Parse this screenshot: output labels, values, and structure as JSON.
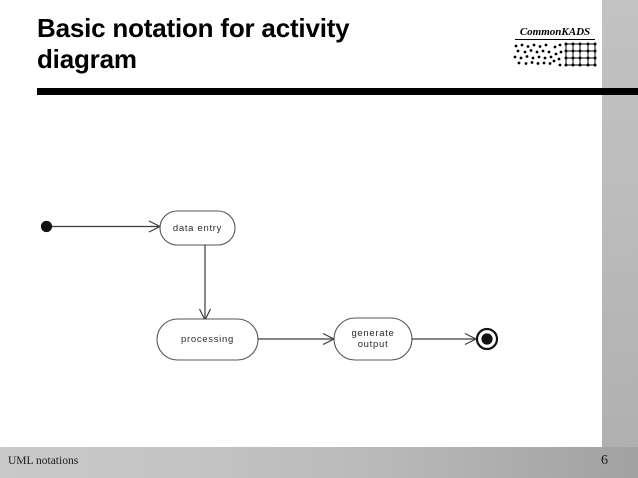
{
  "slide": {
    "title": "Basic notation for activity diagram",
    "title_line_1": "Basic notation for activity",
    "title_line_2": "diagram"
  },
  "logo": {
    "wordmark": "CommonKADS",
    "graphic_name": "dots-to-grid-graphic"
  },
  "footer": {
    "label": "UML notations",
    "page_number": "6"
  },
  "diagram": {
    "type": "uml-activity-diagram",
    "nodes": [
      {
        "id": "start",
        "kind": "initial-node",
        "label": ""
      },
      {
        "id": "data-entry",
        "kind": "activity",
        "label": "data entry"
      },
      {
        "id": "processing",
        "kind": "activity",
        "label": "processing"
      },
      {
        "id": "generate-output",
        "kind": "activity",
        "label": "generate output",
        "label_line_1": "generate",
        "label_line_2": "output"
      },
      {
        "id": "end",
        "kind": "final-node",
        "label": ""
      }
    ],
    "edges": [
      {
        "from": "start",
        "to": "data-entry"
      },
      {
        "from": "data-entry",
        "to": "processing"
      },
      {
        "from": "processing",
        "to": "generate-output"
      },
      {
        "from": "generate-output",
        "to": "end"
      }
    ]
  },
  "colors": {
    "background": "#ffffff",
    "rule": "#000000",
    "stroke": "#3a3a3a",
    "band": "#bdbdbd",
    "text": "#000000"
  }
}
